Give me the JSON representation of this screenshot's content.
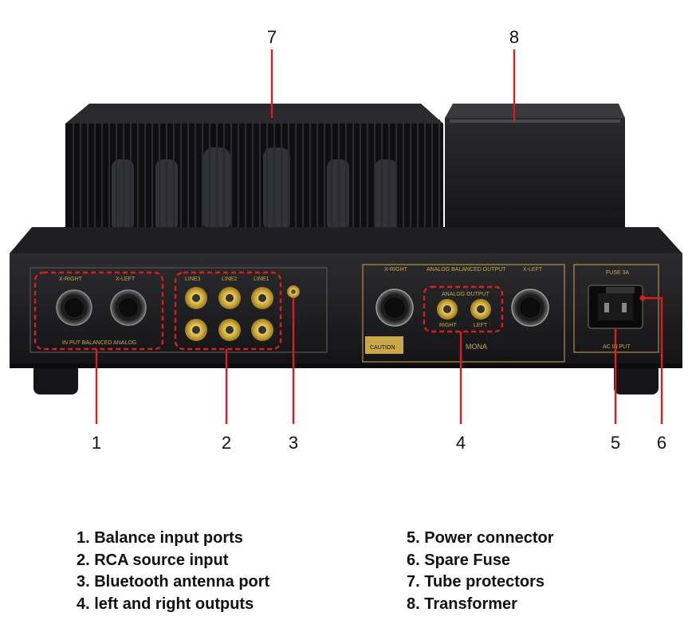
{
  "callouts": {
    "c1": "1",
    "c2": "2",
    "c3": "3",
    "c4": "4",
    "c5": "5",
    "c6": "6",
    "c7": "7",
    "c8": "8"
  },
  "panel": {
    "xlr_in_right": "X-RIGHT",
    "xlr_in_left": "X-LEFT",
    "xlr_in_caption": "IN PUT BALANCED ANALOG",
    "line3": "LINE3",
    "line2": "LINE2",
    "line1": "LINE1",
    "out_right": "X-RIGHT",
    "out_title": "ANALOG BALANCED OUTPUT",
    "out_left": "X-LEFT",
    "analog_output": "ANALOG  OUTPUT",
    "rca_right": "RIGHT",
    "rca_left": "LEFT",
    "fuse": "FUSE 3A",
    "ac_input": "AC IN PUT",
    "caution": "CAUTION",
    "brand": "MONA"
  },
  "legend": {
    "left": [
      "1. Balance input ports",
      "2. RCA source input",
      "3. Bluetooth antenna port",
      "4. left and right outputs"
    ],
    "right": [
      "5. Power connector",
      "6. Spare Fuse",
      "7. Tube protectors",
      "8. Transformer"
    ]
  },
  "colors": {
    "callout_red": "#d81e1e",
    "chassis": "#1b1b1d",
    "gold": "#c9a84a",
    "background": "#ffffff"
  }
}
